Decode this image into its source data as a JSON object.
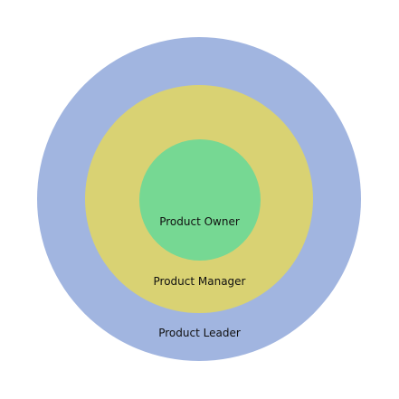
{
  "diagram": {
    "type": "concentric-circles",
    "rings": {
      "outer": {
        "label": "Product Leader",
        "color": "#a1b5e0"
      },
      "middle": {
        "label": "Product Manager",
        "color": "#d9d273"
      },
      "inner": {
        "label": "Product Owner",
        "color": "#76d893"
      }
    }
  }
}
